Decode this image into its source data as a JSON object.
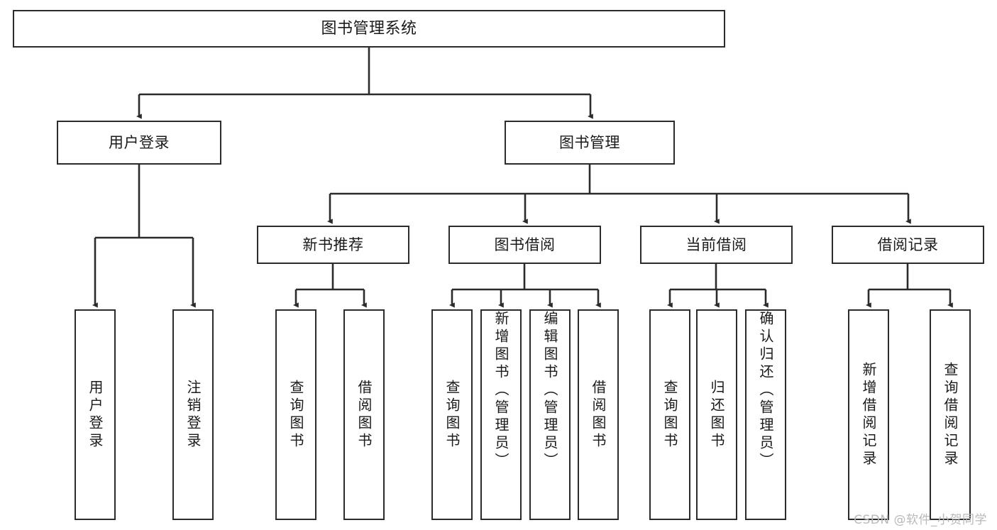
{
  "diagram": {
    "title": "图书管理系统",
    "watermark": "CSDN @软件_小贺同学",
    "colors": {
      "stroke": "#2b2b2b",
      "fill": "#ffffff",
      "text": "#1a1a1a",
      "watermark": "#b9b9b9"
    },
    "levels": {
      "root": "图书管理系统",
      "level2": [
        "用户登录",
        "图书管理"
      ],
      "level3": [
        "新书推荐",
        "图书借阅",
        "当前借阅",
        "借阅记录"
      ]
    },
    "nodes": {
      "root": {
        "label": "图书管理系统"
      },
      "user_login": {
        "label": "用户登录"
      },
      "book_manage": {
        "label": "图书管理"
      },
      "new_book_rec": {
        "label": "新书推荐"
      },
      "book_borrow": {
        "label": "图书借阅"
      },
      "current_borrow": {
        "label": "当前借阅"
      },
      "borrow_record": {
        "label": "借阅记录"
      },
      "leaf_user_login": {
        "label": "用户登录"
      },
      "leaf_logout": {
        "label": "注销登录"
      },
      "leaf_query_book_1": {
        "label": "查询图书"
      },
      "leaf_borrow_book_1": {
        "label": "借阅图书"
      },
      "leaf_query_book_2": {
        "label": "查询图书"
      },
      "leaf_add_book_admin": {
        "label": "新增图书（管理员）"
      },
      "leaf_edit_book_admin": {
        "label": "编辑图书（管理员）"
      },
      "leaf_borrow_book_2": {
        "label": "借阅图书"
      },
      "leaf_query_book_3": {
        "label": "查询图书"
      },
      "leaf_return_book": {
        "label": "归还图书"
      },
      "leaf_confirm_return_admin": {
        "label": "确认归还（管理员）"
      },
      "leaf_add_record": {
        "label": "新增借阅记录"
      },
      "leaf_query_record": {
        "label": "查询借阅记录"
      }
    },
    "tree": {
      "图书管理系统": [
        "用户登录",
        "图书管理"
      ],
      "用户登录": [
        "用户登录",
        "注销登录"
      ],
      "图书管理": [
        "新书推荐",
        "图书借阅",
        "当前借阅",
        "借阅记录"
      ],
      "新书推荐": [
        "查询图书",
        "借阅图书"
      ],
      "图书借阅": [
        "查询图书",
        "新增图书（管理员）",
        "编辑图书（管理员）",
        "借阅图书"
      ],
      "当前借阅": [
        "查询图书",
        "归还图书",
        "确认归还（管理员）"
      ],
      "借阅记录": [
        "新增借阅记录",
        "查询借阅记录"
      ]
    }
  }
}
